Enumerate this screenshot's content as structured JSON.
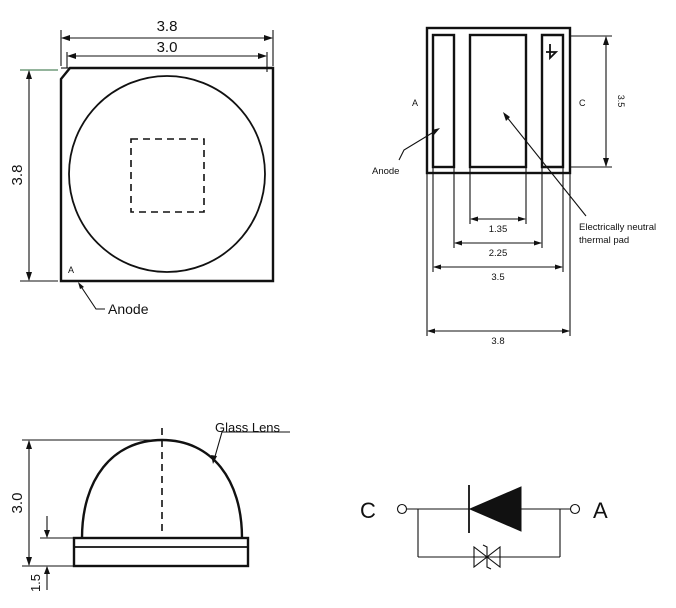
{
  "top_view": {
    "width_outer": "3.8",
    "width_inner": "3.0",
    "height": "3.8",
    "corner_mark": "A",
    "anode_label": "Anode"
  },
  "bottom_view": {
    "pad_left_label": "A",
    "pad_right_label": "C",
    "height": "3.5",
    "anode_label": "Anode",
    "pad_note_line1": "Electrically neutral",
    "pad_note_line2": "thermal pad",
    "dim_1": "1.35",
    "dim_2": "2.25",
    "dim_3": "3.5",
    "dim_4": "3.8"
  },
  "side_view": {
    "lens_label": "Glass Lens",
    "height_total": "3.0",
    "height_base": "1.5"
  },
  "schematic": {
    "cathode": "C",
    "anode": "A"
  }
}
